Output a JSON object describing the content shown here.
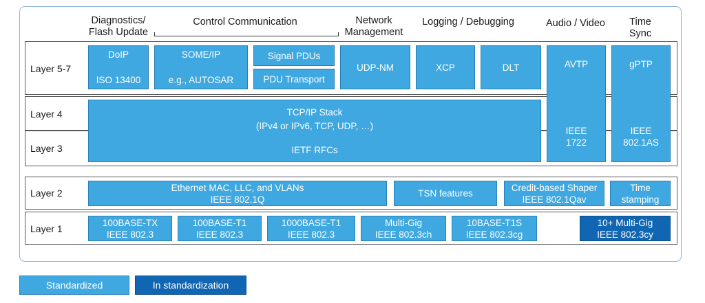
{
  "headers": {
    "diag": "Diagnostics/\nFlash Update",
    "control": "Control Communication",
    "netmgmt": "Network\nManagement",
    "logging": "Logging / Debugging",
    "av": "Audio / Video",
    "timesync": "Time\nSync"
  },
  "layers": {
    "l57": "Layer 5-7",
    "l4": "Layer 4",
    "l3": "Layer 3",
    "l2": "Layer 2",
    "l1": "Layer 1"
  },
  "boxes": {
    "doip_title": "DoIP",
    "doip_std": "ISO 13400",
    "someip_title": "SOME/IP",
    "someip_sub": "e.g., AUTOSAR",
    "signal_pdus": "Signal PDUs",
    "pdu_transport": "PDU Transport",
    "udpnm": "UDP-NM",
    "xcp": "XCP",
    "dlt": "DLT",
    "avtp_title": "AVTP",
    "avtp_std": "IEEE\n1722",
    "gptp_title": "gPTP",
    "gptp_std": "IEEE\n802.1AS",
    "tcpip_title": "TCP/IP Stack",
    "tcpip_sub": "(IPv4 or IPv6, TCP, UDP, …)",
    "ietf": "IETF RFCs",
    "eth_title": "Ethernet MAC, LLC, and VLANs",
    "eth_std": "IEEE 802.1Q",
    "tsn": "TSN features",
    "cbs_title": "Credit-based Shaper",
    "cbs_std": "IEEE 802.1Qav",
    "timestamp": "Time\nstamping",
    "phy1_title": "100BASE-TX",
    "phy1_std": "IEEE 802.3",
    "phy2_title": "100BASE-T1",
    "phy2_std": "IEEE 802.3",
    "phy3_title": "1000BASE-T1",
    "phy3_std": "IEEE 802.3",
    "phy4_title": "Multi-Gig",
    "phy4_std": "IEEE 802.3ch",
    "phy5_title": "10BASE-T1S",
    "phy5_std": "IEEE 802.3cg",
    "phy6_title": "10+ Multi-Gig",
    "phy6_std": "IEEE 802.3cy"
  },
  "legend": {
    "standardized": "Standardized",
    "in_standardization": "In standardization"
  },
  "colors": {
    "standardized": "#3fa8e0",
    "in_standardization": "#1166b3",
    "frame": "#8fb4e0"
  }
}
